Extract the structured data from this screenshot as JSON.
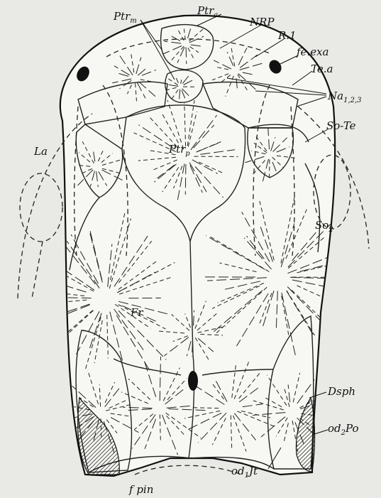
{
  "figure": {
    "labels": {
      "ptr_m": {
        "main": "Ptr",
        "sub": "m"
      },
      "ptr_a": {
        "main": "Ptr",
        "sub": "a"
      },
      "nrp": {
        "main": "NRP"
      },
      "r1": {
        "main": "R.1"
      },
      "fe_exa": {
        "main": "fe.exa"
      },
      "te_a": {
        "main": "Te.a"
      },
      "na": {
        "main": "Na",
        "sub": "1,2,3"
      },
      "so_te": {
        "main": "So-Te"
      },
      "la": {
        "main": "La"
      },
      "ptr_p": {
        "main": "Ptr",
        "sub": "p"
      },
      "so2": {
        "main": "So",
        "sub": "2"
      },
      "fr": {
        "main": "Fr"
      },
      "dsph": {
        "main": "Dsph"
      },
      "od2po": {
        "main": "od",
        "sub": "2",
        "tail": "Po"
      },
      "od1jt": {
        "main": "od",
        "sub": "1",
        "tail": "Jt"
      },
      "fpin": {
        "main": "f pin"
      }
    },
    "colors": {
      "background": "#e9e9e6",
      "bone": "#f7f7f3",
      "line": "#111111"
    }
  }
}
